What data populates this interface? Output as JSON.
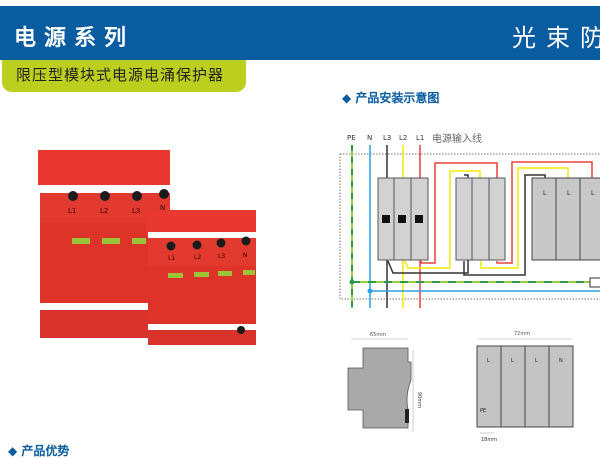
{
  "header": {
    "series_title": "电源系列",
    "brand": "光束防"
  },
  "subtitle": "限压型模块式电源电涌保护器",
  "install_section": {
    "title": "◆ 产品安装示意图"
  },
  "wiring": {
    "wire_labels": [
      "PE",
      "N",
      "L3",
      "L2",
      "L1"
    ],
    "input_label": "电源输入线",
    "spd_labels": [
      "L",
      "L",
      "L"
    ],
    "colors": {
      "pe": "#9ccc3c",
      "n": "#2aa0e0",
      "l3": "#333333",
      "l2": "#f4e800",
      "l1": "#e8433a"
    }
  },
  "dimensions": {
    "width_side": "65mm",
    "height": "90mm",
    "width_front": "72mm",
    "module_width": "18mm",
    "module_labels": [
      "L",
      "L",
      "L",
      "N"
    ],
    "pe_label": "PE"
  },
  "product": {
    "terminal_labels": [
      "L1",
      "L2",
      "L3",
      "N"
    ]
  },
  "advantages_section": {
    "title": "◆ 产品优势"
  }
}
